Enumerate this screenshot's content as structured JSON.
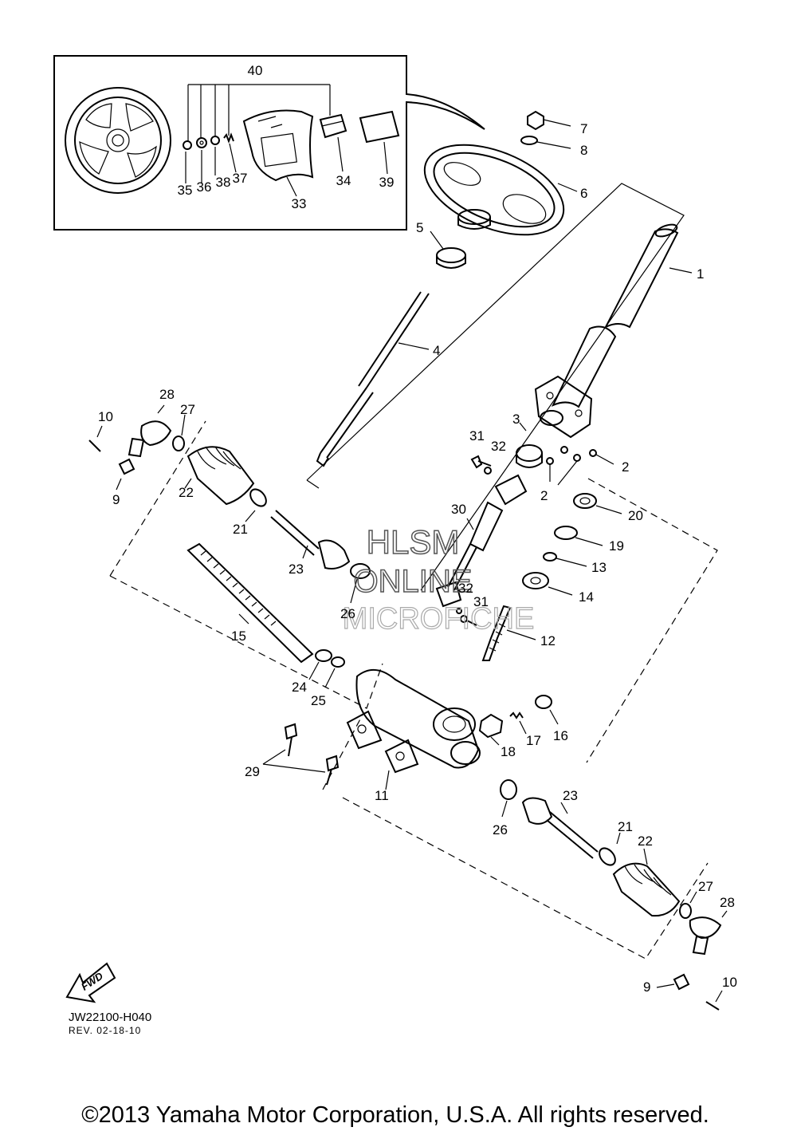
{
  "callouts": {
    "c1": "1",
    "c2a": "2",
    "c2b": "2",
    "c3": "3",
    "c4": "4",
    "c5": "5",
    "c6": "6",
    "c7": "7",
    "c8": "8",
    "c9a": "9",
    "c9b": "9",
    "c10a": "10",
    "c10b": "10",
    "c11": "11",
    "c12": "12",
    "c13": "13",
    "c14": "14",
    "c15": "15",
    "c16": "16",
    "c17": "17",
    "c18": "18",
    "c19": "19",
    "c20": "20",
    "c21a": "21",
    "c21b": "21",
    "c22a": "22",
    "c22b": "22",
    "c23a": "23",
    "c23b": "23",
    "c24": "24",
    "c25": "25",
    "c26a": "26",
    "c26b": "26",
    "c27a": "27",
    "c27b": "27",
    "c28a": "28",
    "c28b": "28",
    "c29": "29",
    "c30": "30",
    "c31a": "31",
    "c31b": "31",
    "c32a": "32",
    "c32b": "32",
    "c33": "33",
    "c34": "34",
    "c35": "35",
    "c36": "36",
    "c37": "37",
    "c38": "38",
    "c39": "39",
    "c40": "40"
  },
  "watermark": {
    "line1": "HLSM",
    "line2": "ONLINE",
    "line3": "MICROFICHE"
  },
  "fwd_label": "FWD",
  "diagram_code": "JW22100-H040",
  "revision": "REV. 02-18-10",
  "copyright": "©2013 Yamaha Motor Corporation, U.S.A. All rights reserved."
}
